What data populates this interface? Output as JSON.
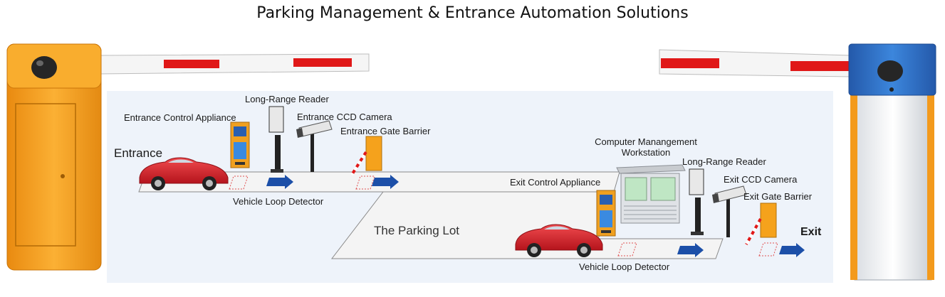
{
  "title": "Parking Management & Entrance Automation Solutions",
  "labels": {
    "entrance_control_appliance": "Entrance  Control  Appliance",
    "long_range_reader_entrance": "Long-Range Reader",
    "entrance_ccd_camera": "Entrance CCD Camera",
    "entrance_gate_barrier": "Entrance Gate Barrier",
    "entrance": "Entrance",
    "vehicle_loop_detector_entrance": "Vehicle Loop Detector",
    "parking_lot": "The Parking Lot",
    "computer_management_line1": "Computer Manangement",
    "computer_management_line2": "Workstation",
    "long_range_reader_exit": "Long-Range Reader",
    "exit_control_appliance": "Exit Control  Appliance",
    "exit_ccd_camera": "Exit CCD Camera",
    "exit_gate_barrier": "Exit Gate Barrier",
    "exit": "Exit",
    "vehicle_loop_detector_exit": "Vehicle Loop Detector"
  },
  "colors": {
    "barrier_orange": "#f7a21b",
    "barrier_blue": "#2f73c9",
    "arm_red": "#e01818",
    "car_red": "#d8202a",
    "flow_arrow": "#1c4fa8",
    "road": "#f2f2f2",
    "panel_bg": "#eef3fa"
  }
}
